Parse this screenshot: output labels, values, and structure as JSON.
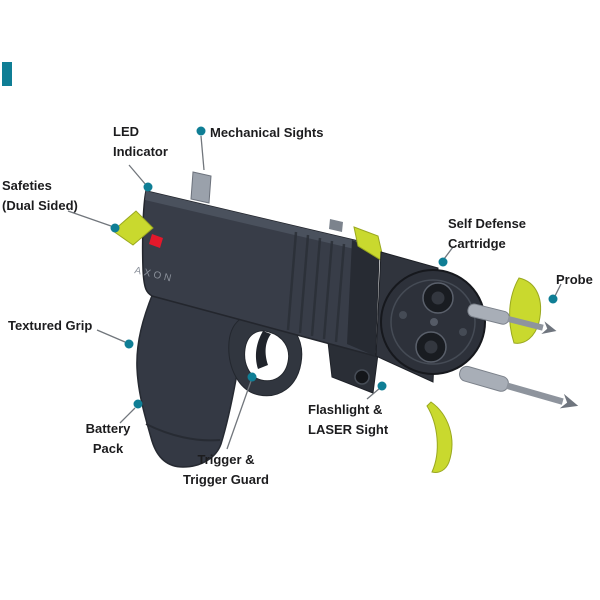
{
  "brand": {
    "device_label": "AXON"
  },
  "colors": {
    "accent_teal": "#0f7e95",
    "accent_chartreuse": "#c9d92e",
    "body_gray": "#383d48",
    "led_red": "#e4182b",
    "label_text": "#1c1c1e",
    "callout_line": "#71767c"
  },
  "callouts": [
    {
      "id": "led-indicator",
      "label": "LED\nIndicator"
    },
    {
      "id": "mechanical-sights",
      "label": "Mechanical Sights"
    },
    {
      "id": "safeties",
      "label": "Safeties\n(Dual Sided)"
    },
    {
      "id": "self-defense-cartridge",
      "label": "Self Defense\nCartridge"
    },
    {
      "id": "probe",
      "label": "Probe"
    },
    {
      "id": "textured-grip",
      "label": "Textured Grip"
    },
    {
      "id": "battery-pack",
      "label": "Battery\nPack"
    },
    {
      "id": "flashlight-laser-sight",
      "label": "Flashlight &\nLASER Sight"
    },
    {
      "id": "trigger-trigger-guard",
      "label": "Trigger &\nTrigger Guard"
    }
  ]
}
